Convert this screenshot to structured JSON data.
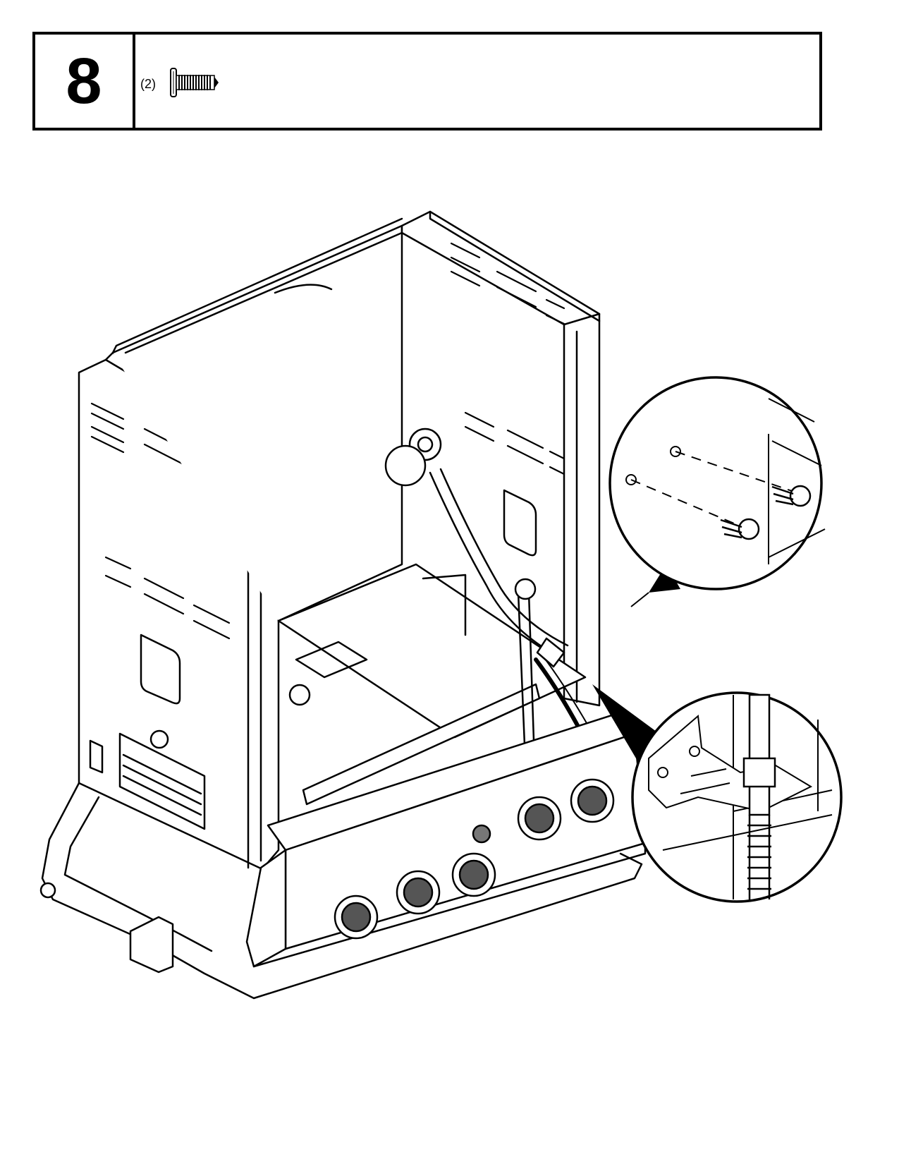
{
  "step": {
    "number": "8",
    "parts": [
      {
        "quantity": "(2)",
        "icon": "screw-icon"
      }
    ]
  },
  "illustration": {
    "icon": "grill-cabinet-assembly-illustration",
    "details": [
      "rear-screws-detail-icon",
      "gas-fitting-bracket-detail-icon"
    ]
  }
}
